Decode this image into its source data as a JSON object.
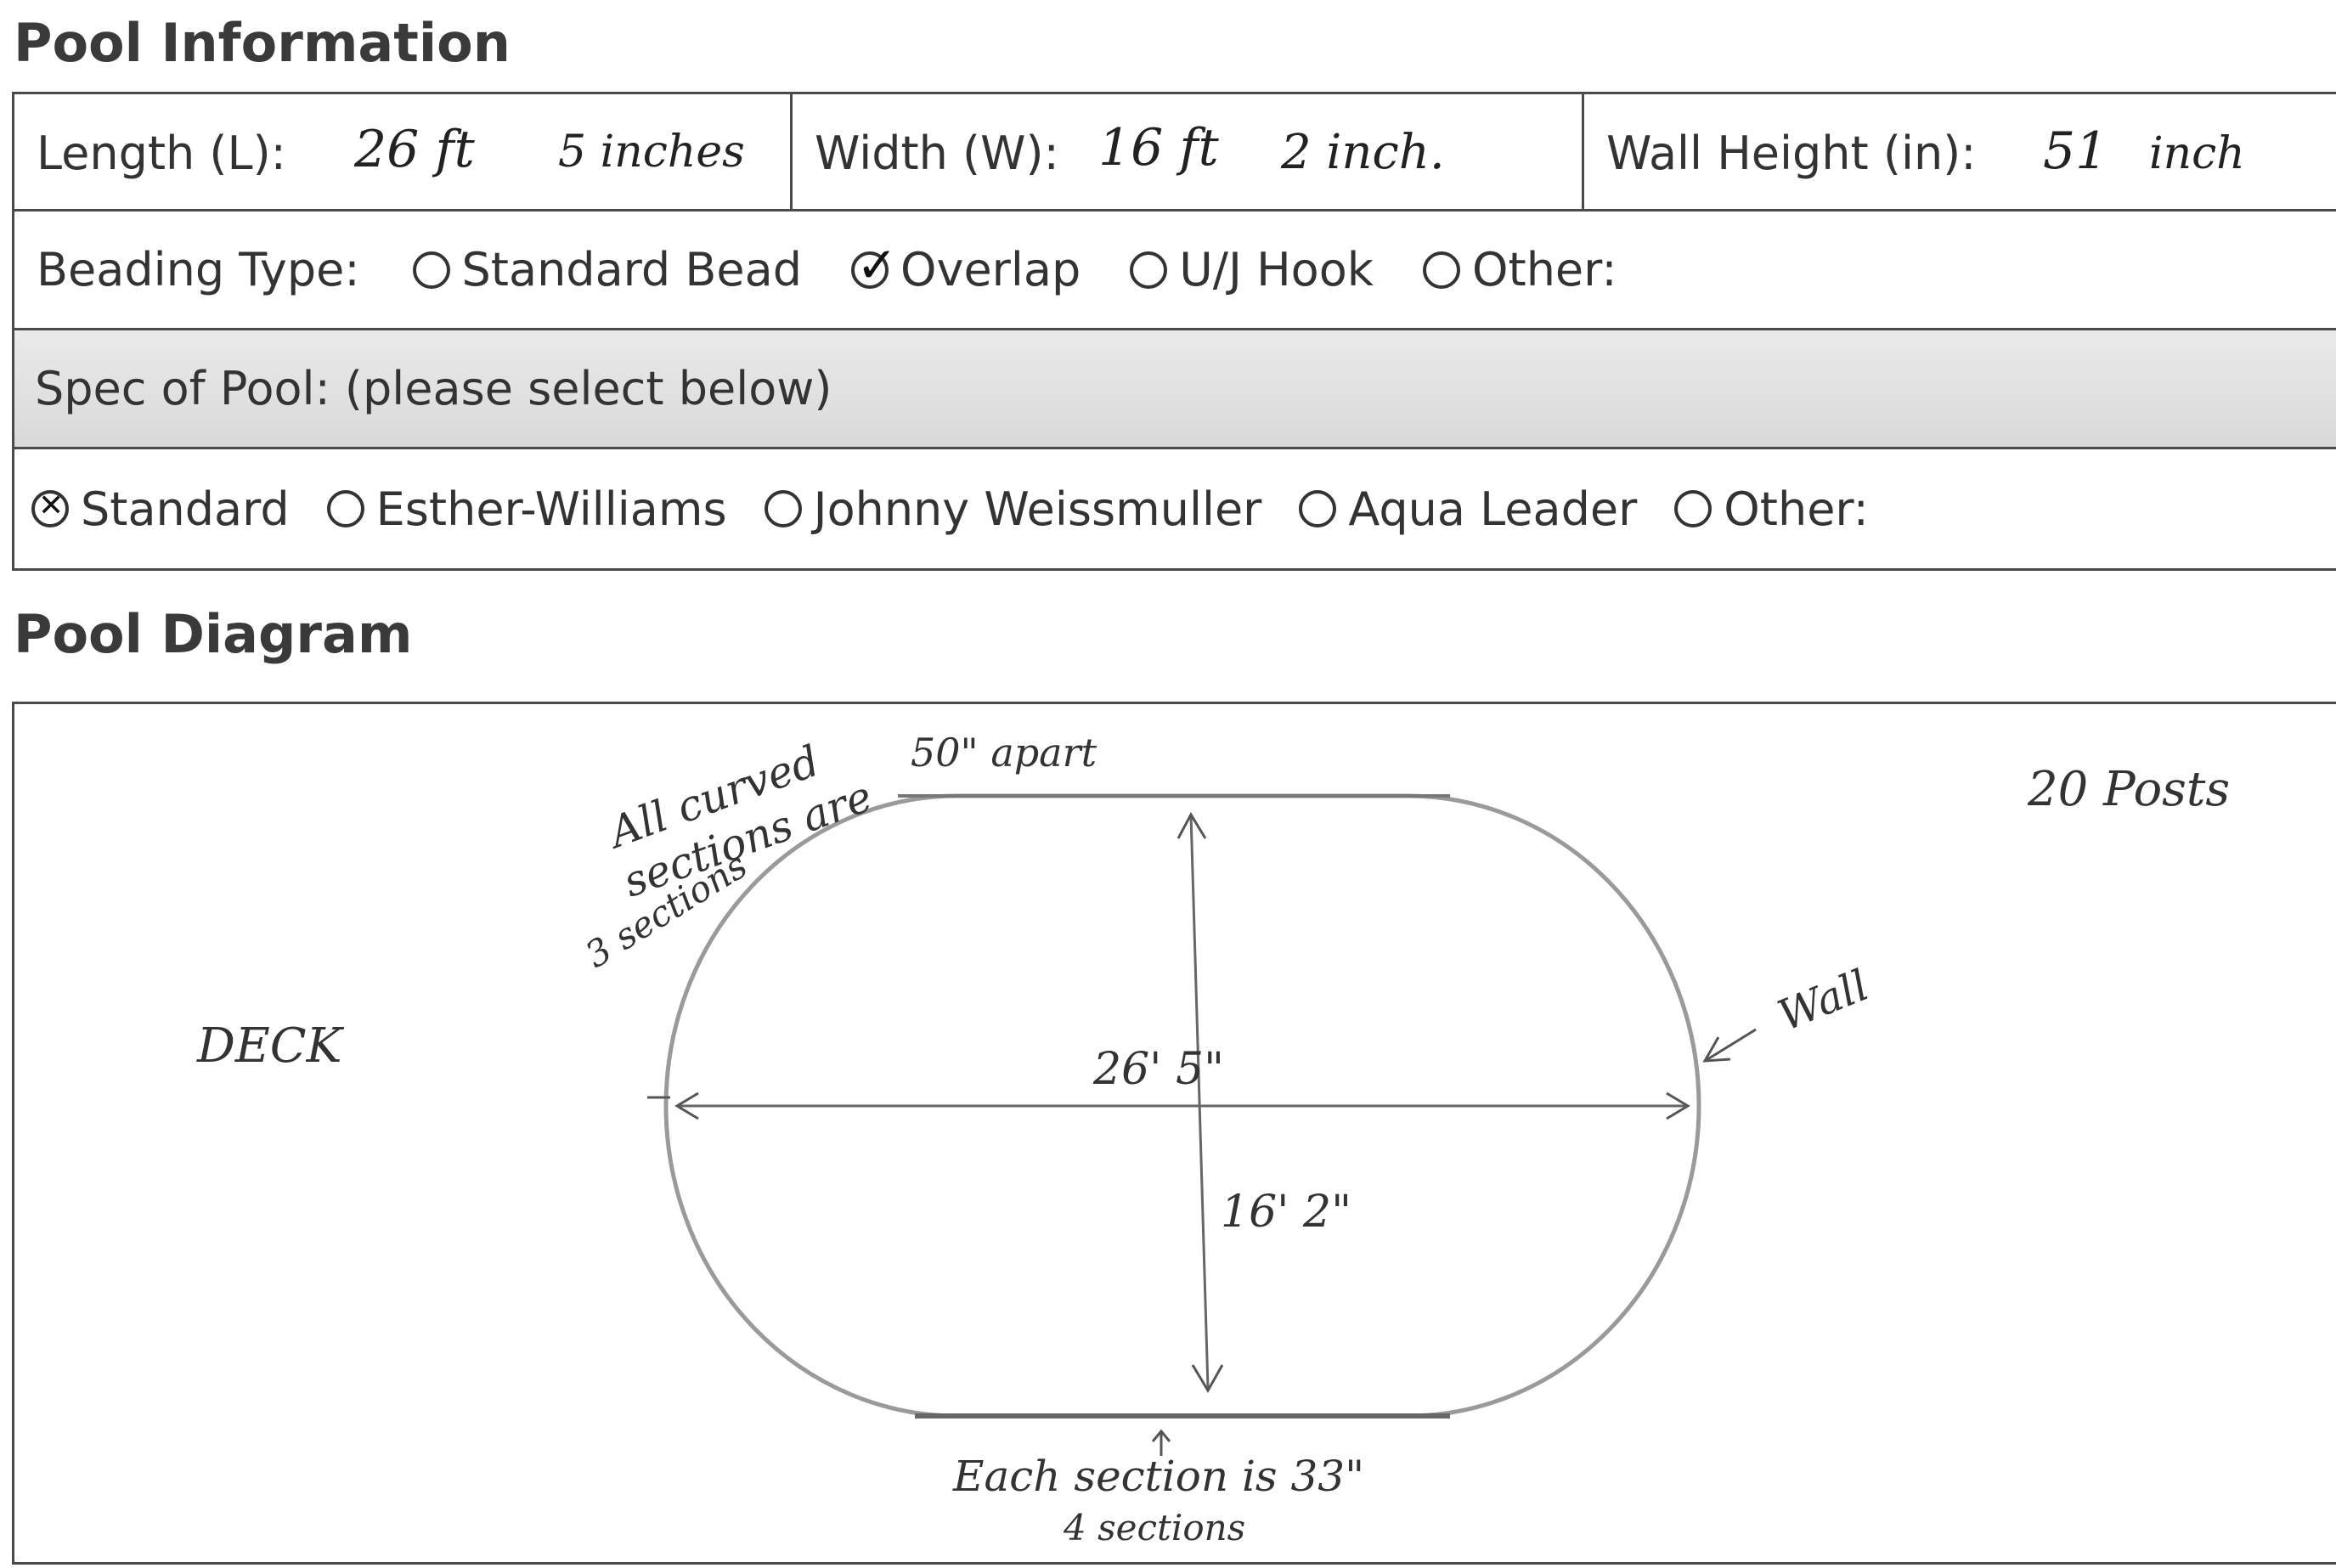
{
  "pool_info": {
    "title": "Pool Information",
    "length": {
      "label": "Length (L):",
      "feet": "26 ft",
      "inches": "5 inches"
    },
    "width": {
      "label": "Width (W):",
      "feet": "16 ft",
      "inches": "2 inch."
    },
    "wall_height": {
      "label": "Wall Height (in):",
      "value": "51",
      "unit": "inch"
    },
    "beading": {
      "label": "Beading Type:",
      "options": [
        {
          "label": "Standard Bead",
          "state": "unselected"
        },
        {
          "label": "Overlap",
          "state": "checked"
        },
        {
          "label": "U/J Hook",
          "state": "unselected"
        },
        {
          "label": "Other:",
          "state": "unselected"
        }
      ]
    },
    "spec": {
      "label": "Spec of Pool: (please select below)",
      "options": [
        {
          "label": "Standard",
          "state": "crossed"
        },
        {
          "label": "Esther-Williams",
          "state": "unselected"
        },
        {
          "label": "Johnny Weissmuller",
          "state": "unselected"
        },
        {
          "label": "Aqua Leader",
          "state": "unselected"
        },
        {
          "label": "Other:",
          "state": "unselected"
        }
      ]
    }
  },
  "diagram": {
    "title": "Pool Diagram",
    "notes": {
      "curved_line1": "All curved",
      "curved_line2": "sections are",
      "curved_apart": "50\" apart",
      "curved_count": "3 sections",
      "posts": "20 Posts",
      "deck": "DECK",
      "wall": "Wall",
      "length_dim": "26' 5\"",
      "width_dim": "16' 2\"",
      "section_note": "Each section is 33\"",
      "section_count": "4 sections"
    }
  }
}
